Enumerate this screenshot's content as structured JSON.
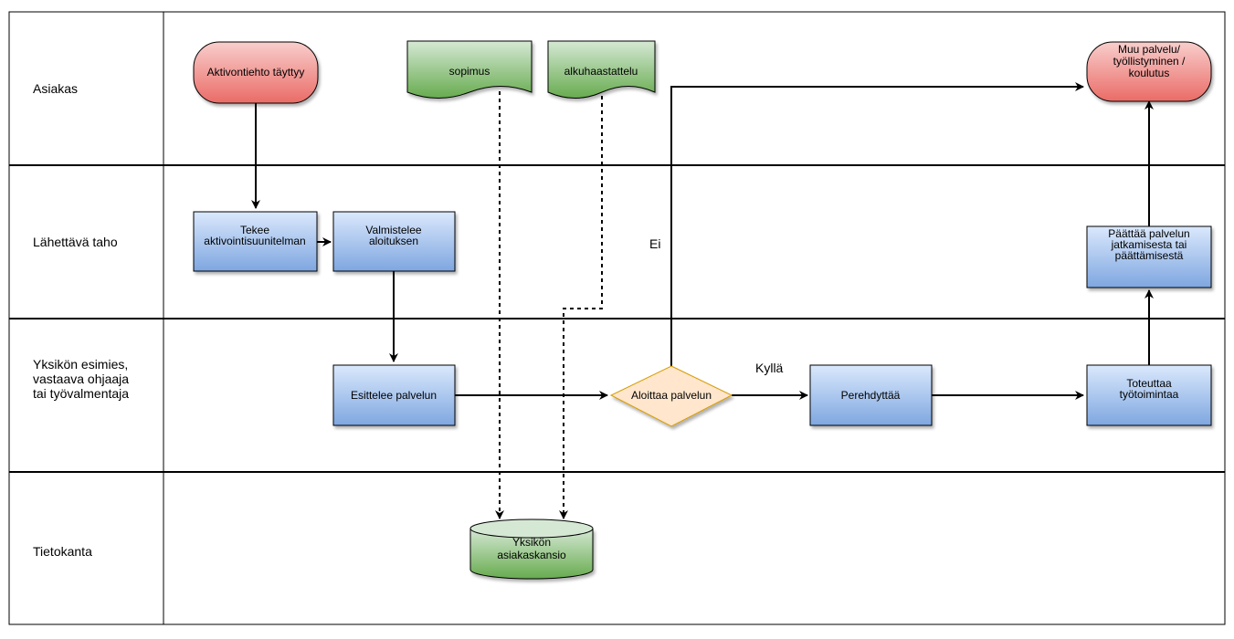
{
  "colors": {
    "blue_top": "#dae8fc",
    "blue_bottom": "#7ea6e0",
    "blue_stroke": "#000000",
    "red_top": "#f8cecc",
    "red_bottom": "#ea6b66",
    "green_top": "#d5e8d4",
    "green_bottom": "#67ab4f",
    "diamond_fill": "#ffe6cc",
    "diamond_stroke": "#d79b00"
  },
  "lanes": [
    {
      "id": "asiakas",
      "lines": [
        "Asiakas"
      ]
    },
    {
      "id": "lahettava",
      "lines": [
        "Lähettävä taho"
      ]
    },
    {
      "id": "yksikko",
      "lines": [
        "Yksikön esimies,",
        "vastaava ohjaaja",
        "tai työvalmentaja"
      ]
    },
    {
      "id": "tietokanta",
      "lines": [
        "Tietokanta"
      ]
    }
  ],
  "nodes": {
    "start": {
      "lines": [
        "Aktivontiehto täyttyy"
      ]
    },
    "sopimus": {
      "lines": [
        "sopimus"
      ]
    },
    "alkuhaastattelu": {
      "lines": [
        "alkuhaastattelu"
      ]
    },
    "end": {
      "lines": [
        "Muu palvelu/",
        "työllistyminen /",
        "koulutus"
      ]
    },
    "tekee": {
      "lines": [
        "Tekee",
        "aktivointisuunitelman"
      ]
    },
    "valmistelee": {
      "lines": [
        "Valmistelee",
        "aloituksen"
      ]
    },
    "paattaa": {
      "lines": [
        "Päättää palvelun",
        "jatkamisesta tai",
        "päättämisestä"
      ]
    },
    "esittelee": {
      "lines": [
        "Esittelee palvelun"
      ]
    },
    "aloittaa": {
      "lines": [
        "Aloittaa palvelun"
      ]
    },
    "perehdyttaa": {
      "lines": [
        "Perehdyttää"
      ]
    },
    "toteuttaa": {
      "lines": [
        "Toteuttaa",
        "työtoimintaa"
      ]
    },
    "kansio": {
      "lines": [
        "Yksikön",
        "asiakaskansio"
      ]
    }
  },
  "edge_labels": {
    "no": "Ei",
    "yes": "Kyllä"
  }
}
